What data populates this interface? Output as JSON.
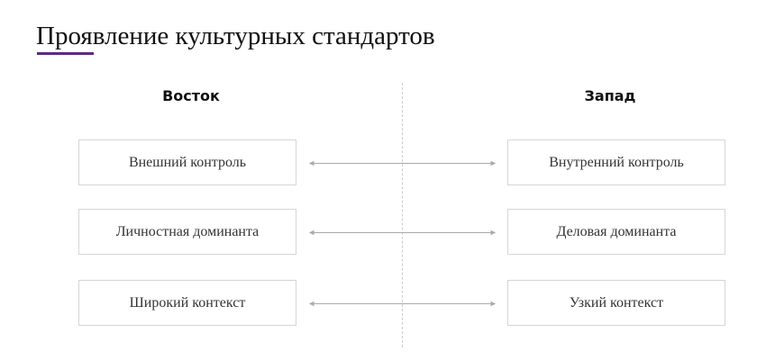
{
  "title": "Проявление культурных стандартов",
  "accent_color": "#5b2c82",
  "columns": {
    "left": "Восток",
    "right": "Запад"
  },
  "rows": [
    {
      "left": "Внешний контроль",
      "right": "Внутренний контроль"
    },
    {
      "left": "Личностная доминанта",
      "right": "Деловая доминанта"
    },
    {
      "left": "Широкий контекст",
      "right": "Узкий контекст"
    }
  ]
}
